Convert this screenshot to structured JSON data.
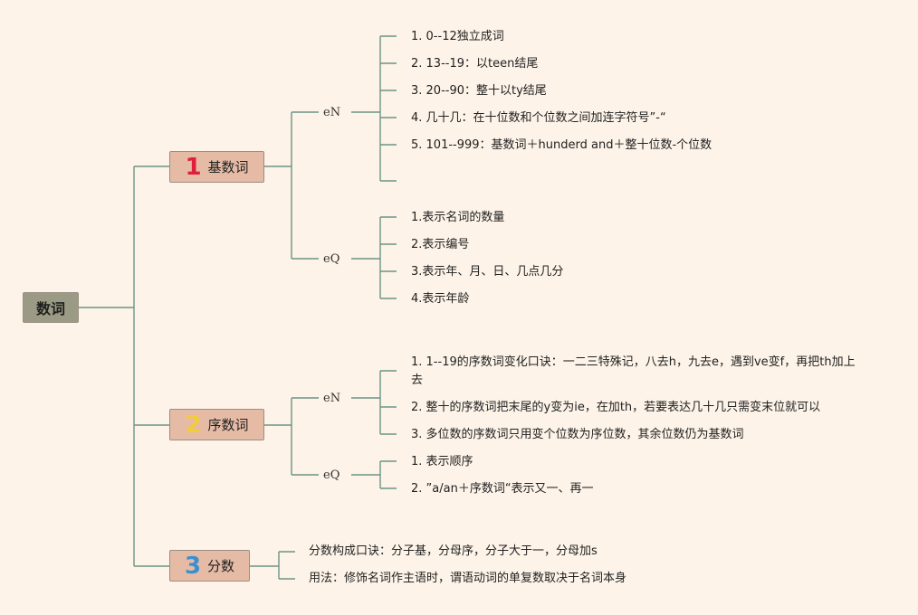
{
  "root": {
    "label": "数词"
  },
  "branches": [
    {
      "number": "1",
      "label": "基数词",
      "number_color": "#e0203a",
      "groups": [
        {
          "label": "eN",
          "items": [
            "1. 0--12独立成词",
            "2. 13--19：以teen结尾",
            "3. 20--90：整十以ty结尾",
            "4. 几十几：在十位数和个位数之间加连字符号”-“",
            "5. 101--999：基数词＋hunderd and＋整十位数-个位数"
          ]
        },
        {
          "label": "eQ",
          "items": [
            "1.表示名词的数量",
            "2.表示编号",
            "3.表示年、月、日、几点几分",
            "4.表示年龄"
          ]
        }
      ]
    },
    {
      "number": "2",
      "label": "序数词",
      "number_color": "#f2cc3a",
      "groups": [
        {
          "label": "eN",
          "items": [
            "1. 1--19的序数词变化口诀：一二三特殊记，八去h，九去e，遇到ve变f，再把th加上去",
            "2. 整十的序数词把末尾的y变为ie，在加th，若要表达几十几只需变末位就可以",
            "3. 多位数的序数词只用变个位数为序位数，其余位数仍为基数词"
          ]
        },
        {
          "label": "eQ",
          "items": [
            "1. 表示顺序",
            "2. ”a/an＋序数词“表示又一、再一"
          ]
        }
      ]
    },
    {
      "number": "3",
      "label": "分数",
      "number_color": "#3a8fd0",
      "items": [
        "分数构成口诀：分子基，分母序，分子大于一，分母加s",
        "用法：修饰名词作主语时，谓语动词的单复数取决于名词本身"
      ]
    }
  ],
  "colors": {
    "background": "#fdf3e8",
    "line": "#6b9585",
    "branch_fill": "#e5bba6",
    "root_fill": "#9a9a85"
  }
}
